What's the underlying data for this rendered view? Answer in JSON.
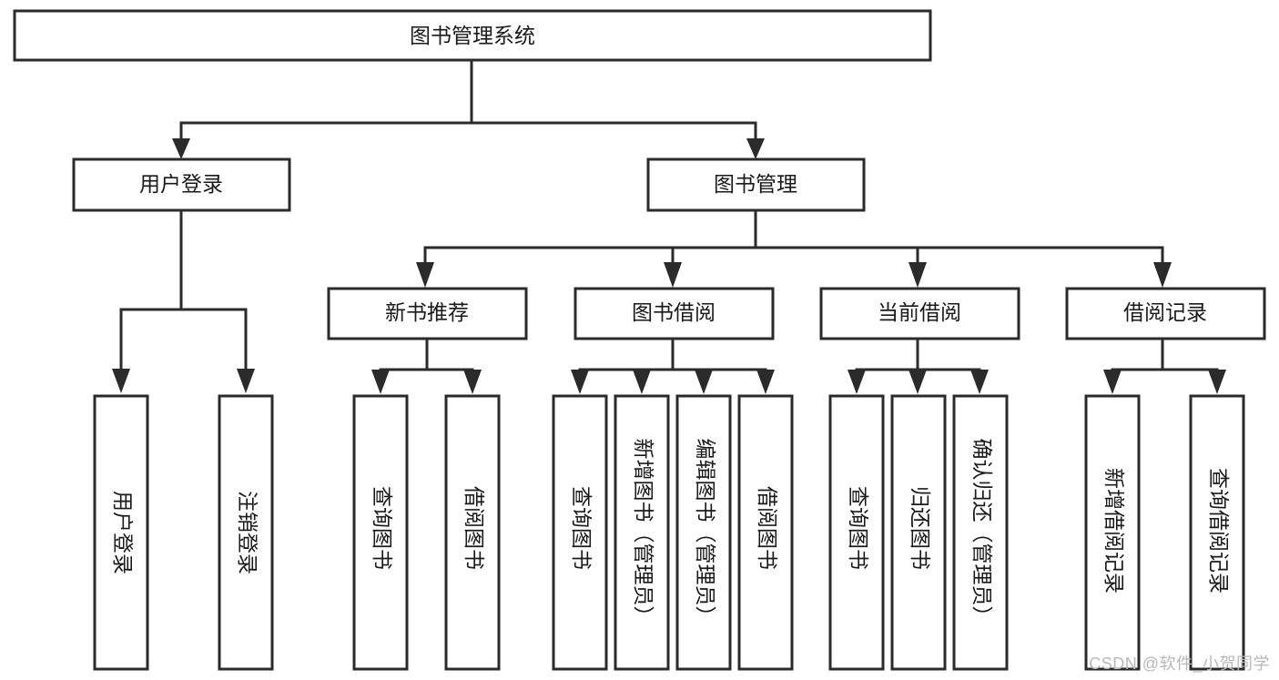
{
  "diagram": {
    "type": "tree-hierarchy-chart",
    "title": "图书管理系统",
    "orientation": "top-down",
    "box_fill": "#ffffff",
    "box_stroke": "#2b2b2b",
    "connector_color": "#2b2b2b",
    "background": "#ffffff",
    "root": {
      "id": "root",
      "label": "图书管理系统",
      "text_orientation": "horizontal"
    },
    "level2": [
      {
        "id": "user-login",
        "label": "用户登录",
        "text_orientation": "horizontal"
      },
      {
        "id": "book-management",
        "label": "图书管理",
        "text_orientation": "horizontal"
      }
    ],
    "level3": [
      {
        "id": "new-book-recommend",
        "label": "新书推荐",
        "text_orientation": "horizontal",
        "parent": "book-management"
      },
      {
        "id": "book-borrow",
        "label": "图书借阅",
        "text_orientation": "horizontal",
        "parent": "book-management"
      },
      {
        "id": "current-borrow",
        "label": "当前借阅",
        "text_orientation": "horizontal",
        "parent": "book-management"
      },
      {
        "id": "borrow-record",
        "label": "借阅记录",
        "text_orientation": "horizontal",
        "parent": "book-management"
      }
    ],
    "leaves": [
      {
        "id": "leaf-user-login",
        "label": "用户登录",
        "text_orientation": "vertical",
        "parent": "user-login"
      },
      {
        "id": "leaf-logout-login",
        "label": "注销登录",
        "text_orientation": "vertical",
        "parent": "user-login"
      },
      {
        "id": "leaf-query-book-1",
        "label": "查询图书",
        "text_orientation": "vertical",
        "parent": "new-book-recommend"
      },
      {
        "id": "leaf-borrow-book-1",
        "label": "借阅图书",
        "text_orientation": "vertical",
        "parent": "new-book-recommend"
      },
      {
        "id": "leaf-query-book-2",
        "label": "查询图书",
        "text_orientation": "vertical",
        "parent": "book-borrow"
      },
      {
        "id": "leaf-add-book",
        "label": "新增图书（管理员）",
        "text_orientation": "vertical",
        "parent": "book-borrow"
      },
      {
        "id": "leaf-edit-book",
        "label": "编辑图书（管理员）",
        "text_orientation": "vertical",
        "parent": "book-borrow"
      },
      {
        "id": "leaf-borrow-book-2",
        "label": "借阅图书",
        "text_orientation": "vertical",
        "parent": "book-borrow"
      },
      {
        "id": "leaf-query-book-3",
        "label": "查询图书",
        "text_orientation": "vertical",
        "parent": "current-borrow"
      },
      {
        "id": "leaf-return-book",
        "label": "归还图书",
        "text_orientation": "vertical",
        "parent": "current-borrow"
      },
      {
        "id": "leaf-confirm-return",
        "label": "确认归还（管理员）",
        "text_orientation": "vertical",
        "parent": "current-borrow"
      },
      {
        "id": "leaf-add-record",
        "label": "新增借阅记录",
        "text_orientation": "vertical",
        "parent": "borrow-record"
      },
      {
        "id": "leaf-query-record",
        "label": "查询借阅记录",
        "text_orientation": "vertical",
        "parent": "borrow-record"
      }
    ]
  },
  "watermark": {
    "text": "CSDN @软件_小贺同学"
  }
}
